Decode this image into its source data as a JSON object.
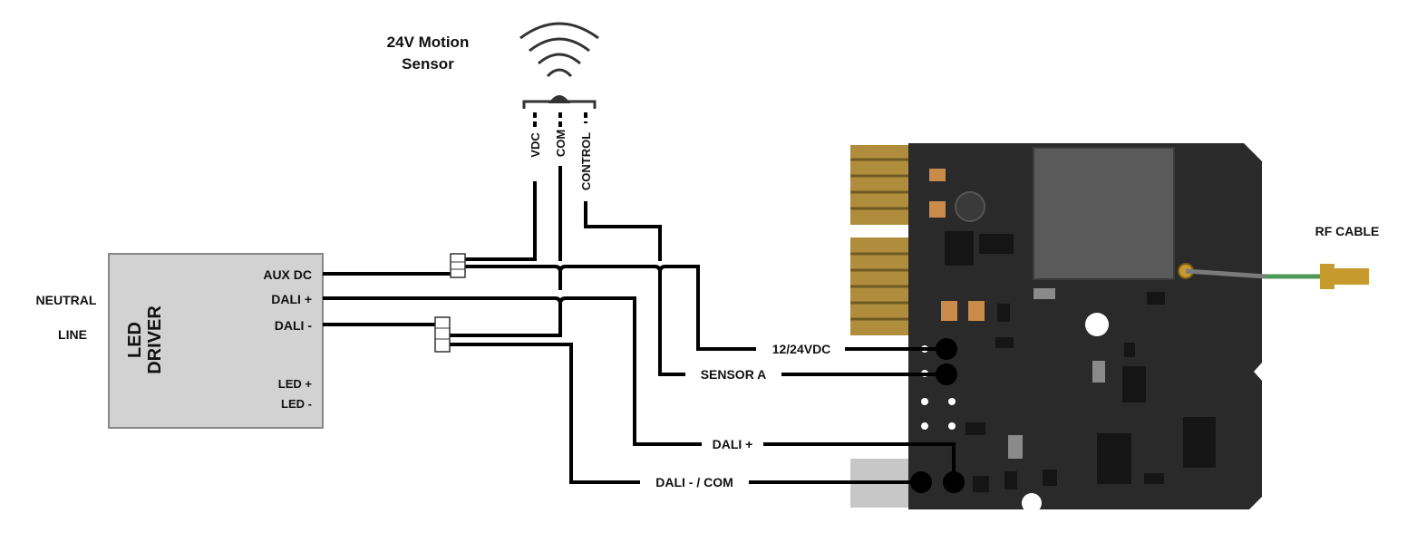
{
  "sensor": {
    "title_line1": "24V Motion",
    "title_line2": "Sensor",
    "pin_vdc": "VDC",
    "pin_com": "COM",
    "pin_control": "CONTROL"
  },
  "left": {
    "neutral": "NEUTRAL",
    "line": "LINE"
  },
  "driver": {
    "name_line1": "LED",
    "name_line2": "DRIVER",
    "aux_dc": "AUX DC",
    "dali_plus": "DALI +",
    "dali_minus": "DALI -",
    "led_plus": "LED +",
    "led_minus": "LED -"
  },
  "module": {
    "input_power": "12/24VDC",
    "input_sensor": "SENSOR A",
    "input_dali_plus": "DALI +",
    "input_dali_com": "DALI - / COM",
    "rf_cable": "RF CABLE"
  },
  "colors": {
    "wire": "#000000",
    "driver_box": "#d2d2d2",
    "pcb": "#2a2a2a",
    "gold_pad": "#b08d3c",
    "antenna": "#4f9a5a",
    "connector": "#c79a2e"
  }
}
